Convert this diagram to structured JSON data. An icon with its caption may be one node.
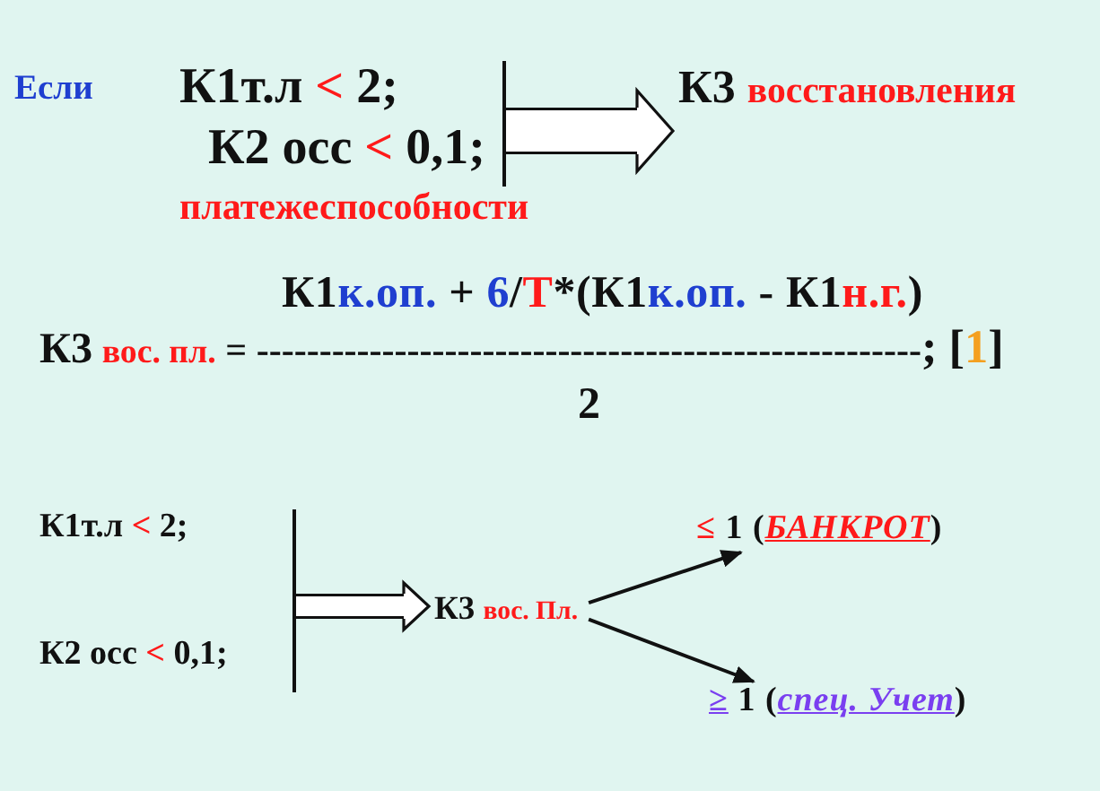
{
  "diagram": {
    "nodes": [
      {
        "text": [
          "К1т.л < 2;",
          "К2 осс < 0,1;"
        ]
      },
      {
        "text": [
          "К3 восстановления"
        ]
      },
      {
        "text": [
          "К1т.л < 2;",
          "К2 осс < 0,1;"
        ]
      },
      {
        "text": [
          "К3 вос. Пл."
        ]
      },
      {
        "text": [
          "≤ 1 (*БАНКРОТ*)"
        ]
      },
      {
        "text": [
          "≥ 1 (*спец. Учет*)"
        ]
      }
    ],
    "edges": [
      {
        "from": 0,
        "to": 1,
        "arrow": "to",
        "style": "thick"
      },
      {
        "from": 2,
        "to": 3,
        "arrow": "to",
        "style": "thick"
      },
      {
        "from": 3,
        "to": 4,
        "arrow": "to"
      },
      {
        "from": 3,
        "to": 5,
        "arrow": "to"
      }
    ],
    "labels": [
      "Если",
      "платежеспособности",
      "К1к.оп. + 6/Т*(К1к.оп. - К1н.г.)",
      "К3 вос. пл. = -----------------------------------------------------; [1]",
      "2"
    ]
  }
}
